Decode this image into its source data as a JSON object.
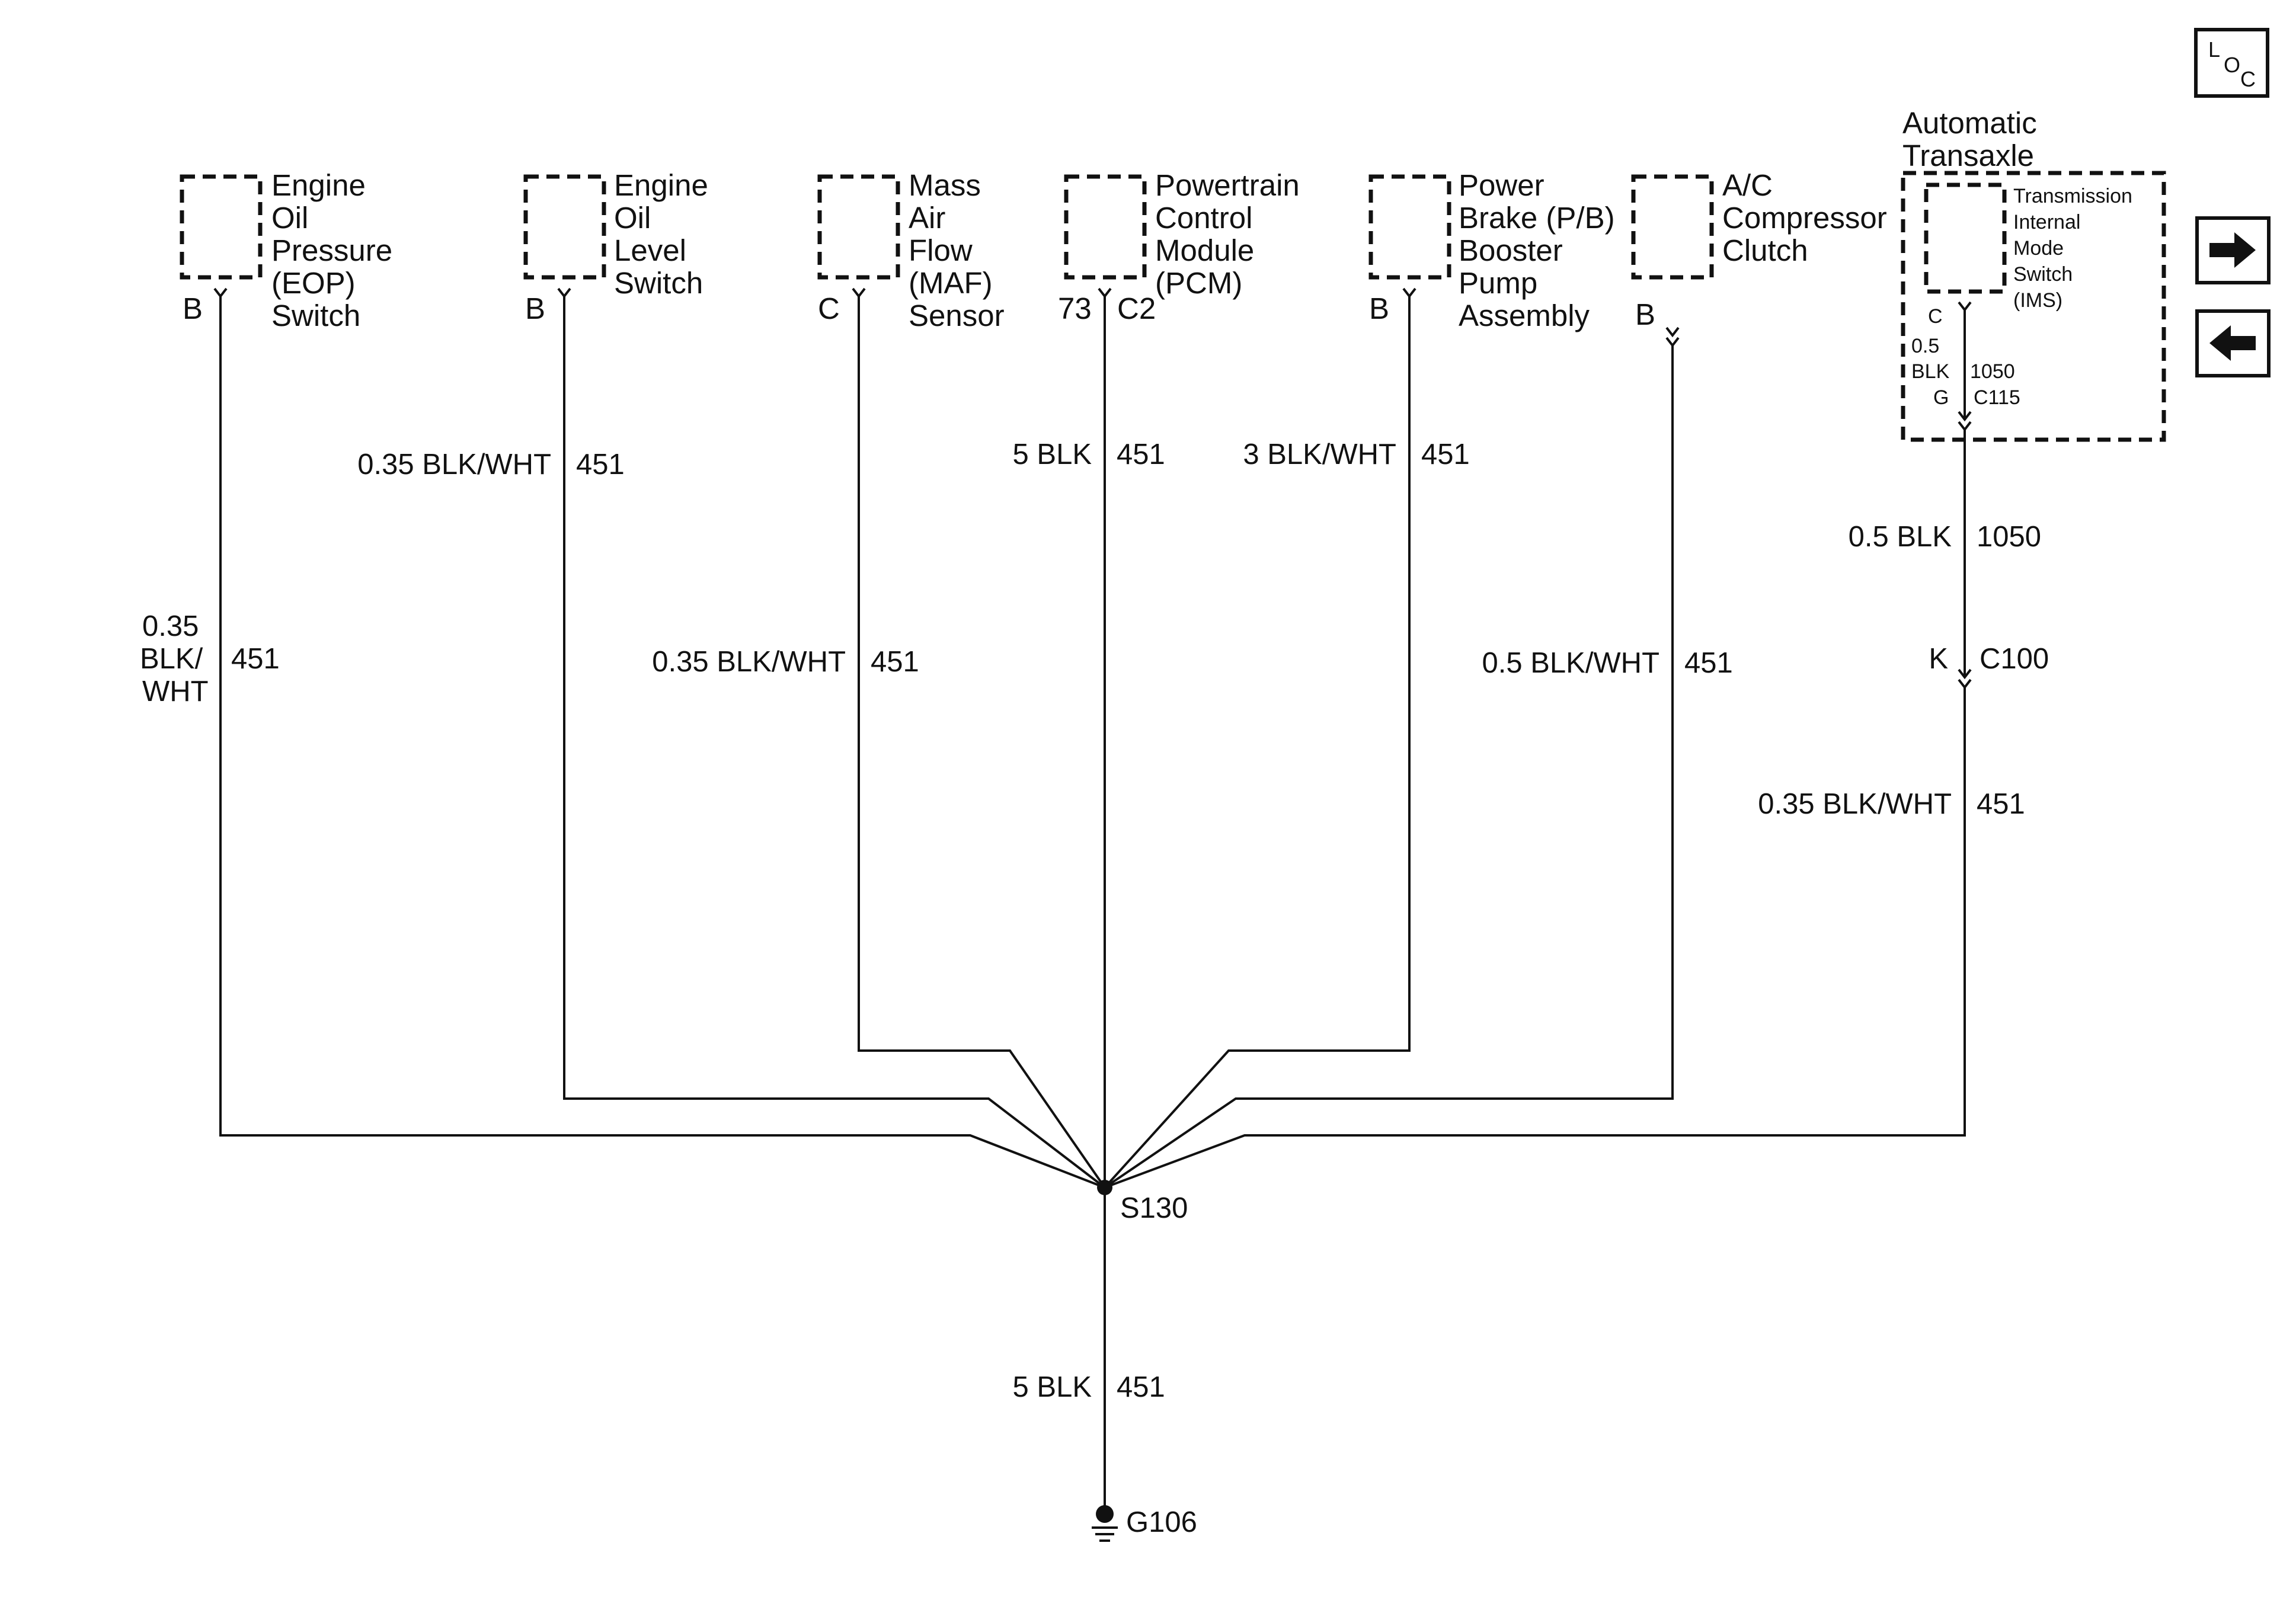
{
  "nav": {
    "loc": {
      "l": "L",
      "o": "O",
      "c": "C"
    },
    "forward_icon": "arrow-right-icon",
    "back_icon": "arrow-left-icon"
  },
  "components": {
    "eop": {
      "lines": [
        "Engine",
        "Oil",
        "Pressure",
        "(EOP)",
        "Switch"
      ],
      "pin": "B"
    },
    "oil_level": {
      "lines": [
        "Engine",
        "Oil",
        "Level",
        "Switch"
      ],
      "pin": "B"
    },
    "maf": {
      "lines": [
        "Mass",
        "Air",
        "Flow",
        "(MAF)",
        "Sensor"
      ],
      "pin": "C"
    },
    "pcm": {
      "lines": [
        "Powertrain",
        "Control",
        "Module",
        "(PCM)"
      ],
      "pin": "73",
      "connector": "C2"
    },
    "pb_pump": {
      "lines": [
        "Power",
        "Brake (P/B)",
        "Booster",
        "Pump",
        "Assembly"
      ],
      "pin": "B"
    },
    "ac_clutch": {
      "lines": [
        "A/C",
        "Compressor",
        "Clutch"
      ],
      "pin": "B"
    },
    "transaxle": {
      "title": [
        "Automatic",
        "Transaxle"
      ],
      "ims_lines": [
        "Transmission",
        "Internal",
        "Mode",
        "Switch",
        "(IMS)"
      ],
      "ims_pin": "C",
      "inner_wire_size": "0.5",
      "inner_wire_color": "BLK",
      "inner_circuit": "1050",
      "c115_pin": "G",
      "c115": "C115"
    }
  },
  "wires": {
    "eop": {
      "size": "0.35",
      "color_1": "BLK/",
      "color_2": "WHT",
      "circuit": "451"
    },
    "oil_level": {
      "spec": "0.35 BLK/WHT",
      "circuit": "451"
    },
    "maf": {
      "spec": "0.35 BLK/WHT",
      "circuit": "451"
    },
    "pcm": {
      "spec": "5 BLK",
      "circuit": "451"
    },
    "pb_pump": {
      "spec": "3 BLK/WHT",
      "circuit": "451"
    },
    "ac_clutch": {
      "spec": "0.5 BLK/WHT",
      "circuit": "451"
    },
    "transaxle_upper": {
      "spec": "0.5 BLK",
      "circuit": "1050"
    },
    "c100": {
      "pin": "K",
      "name": "C100"
    },
    "transaxle_lower": {
      "spec": "0.35 BLK/WHT",
      "circuit": "451"
    },
    "ground_wire": {
      "spec": "5 BLK",
      "circuit": "451"
    }
  },
  "splice": {
    "name": "S130"
  },
  "ground": {
    "name": "G106"
  }
}
